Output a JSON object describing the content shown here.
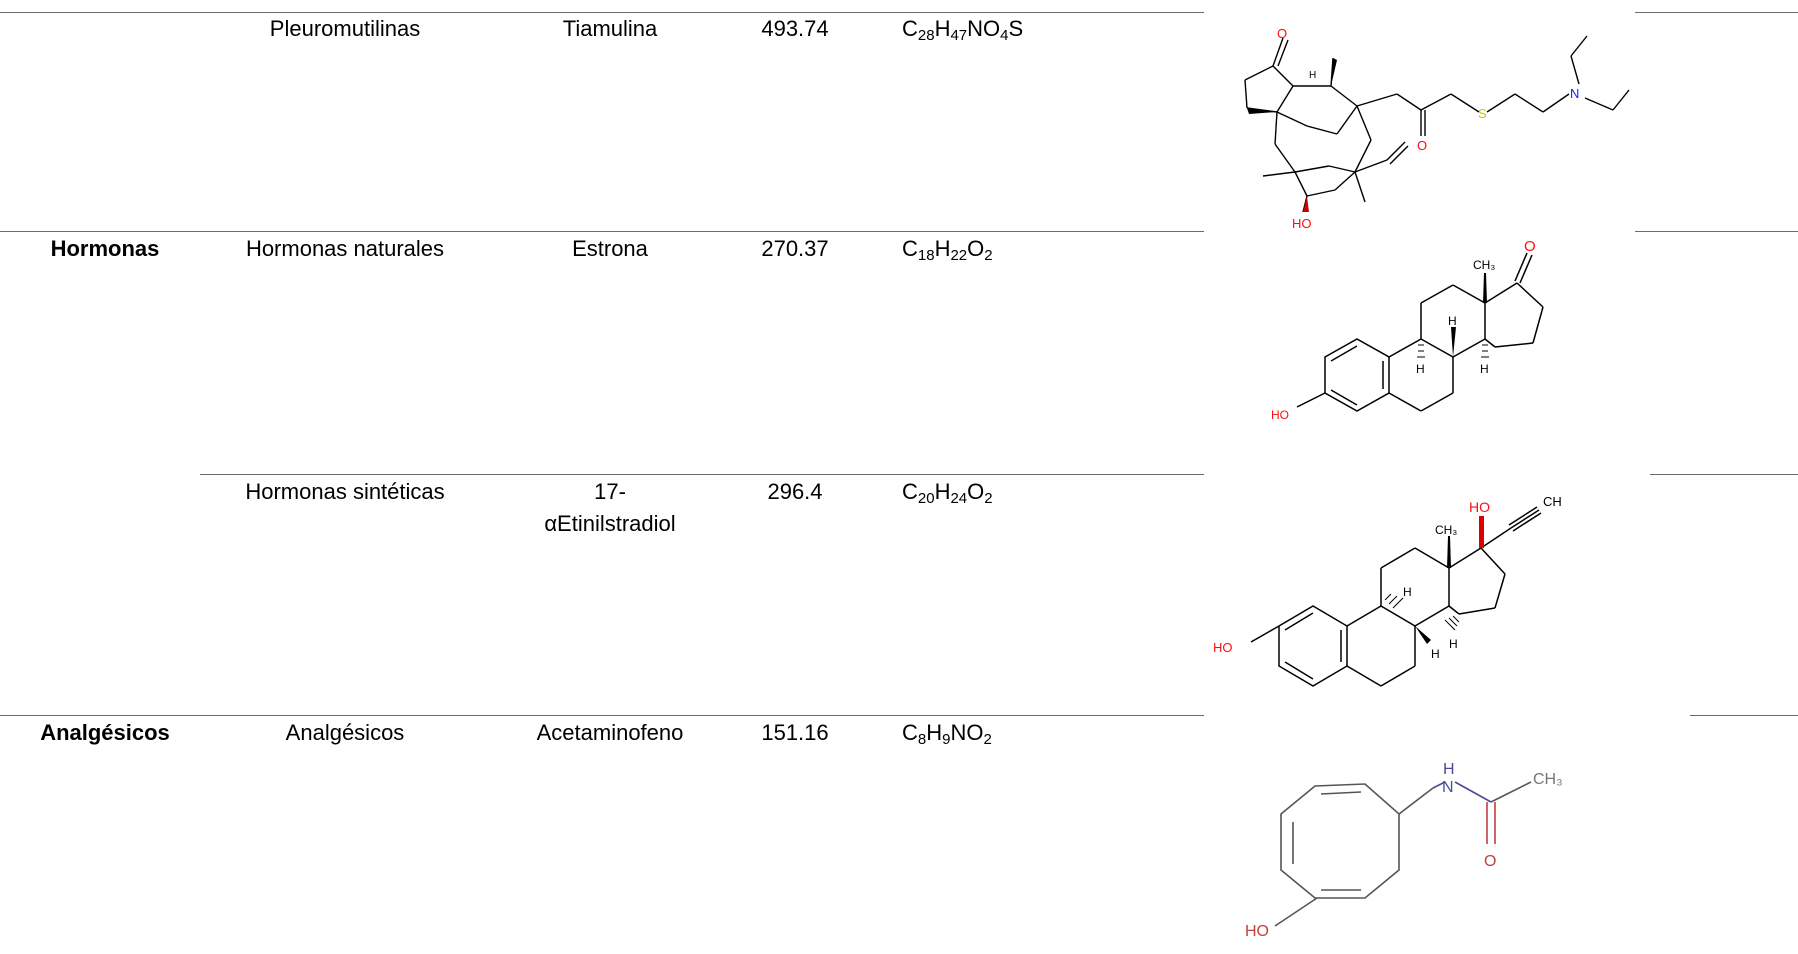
{
  "rows": [
    {
      "group": "",
      "subgroup": "Pleuromutilinas",
      "compound": "Tiamulina",
      "mw": "493.74",
      "formula": [
        {
          "t": "C"
        },
        {
          "s": "28"
        },
        {
          "t": "H"
        },
        {
          "s": "47"
        },
        {
          "t": "NO"
        },
        {
          "s": "4"
        },
        {
          "t": "S"
        }
      ]
    },
    {
      "group": "Hormonas",
      "subgroup": "Hormonas naturales",
      "compound": "Estrona",
      "mw": "270.37",
      "formula": [
        {
          "t": "C"
        },
        {
          "s": "18"
        },
        {
          "t": "H"
        },
        {
          "s": "22"
        },
        {
          "t": "O"
        },
        {
          "s": "2"
        }
      ]
    },
    {
      "group": "",
      "subgroup": "Hormonas sintéticas",
      "compound_line1": "17-",
      "compound_line2": "αEtinilstradiol",
      "mw": "296.4",
      "formula": [
        {
          "t": "C"
        },
        {
          "s": "20"
        },
        {
          "t": "H"
        },
        {
          "s": "24"
        },
        {
          "t": "O"
        },
        {
          "s": "2"
        }
      ]
    },
    {
      "group": "Analgésicos",
      "subgroup": "Analgésicos",
      "compound": "Acetaminofeno",
      "mw": "151.16",
      "formula": [
        {
          "t": "C"
        },
        {
          "s": "8"
        },
        {
          "t": "H"
        },
        {
          "s": "9"
        },
        {
          "t": "NO"
        },
        {
          "s": "2"
        }
      ]
    }
  ],
  "structure_labels": {
    "tiamulina": {
      "o_top": "O",
      "h": "H",
      "o_carbonyl": "O",
      "s": "S",
      "n": "N",
      "ho": "HO"
    },
    "estrona": {
      "ch3": "CH₃",
      "o": "O",
      "h1": "H",
      "h2": "H",
      "h3": "H",
      "ho": "HO"
    },
    "etinilestradiol": {
      "ch3": "CH₃",
      "ho_top": "HO",
      "ch": "CH",
      "h1": "H",
      "h2": "H",
      "h3": "H",
      "ho": "HO"
    },
    "acetaminofeno": {
      "h": "H",
      "n": "N",
      "ch3": "CH₃",
      "o": "O",
      "ho": "HO"
    }
  },
  "colors": {
    "oxygen": "#ff0d0d",
    "sulfur": "#c8c800",
    "nitrogen": "#1a1aff",
    "nitrogen_faded": "#4a4a9a",
    "oxygen_faded": "#c04040",
    "rule": "#6b6b6b"
  }
}
